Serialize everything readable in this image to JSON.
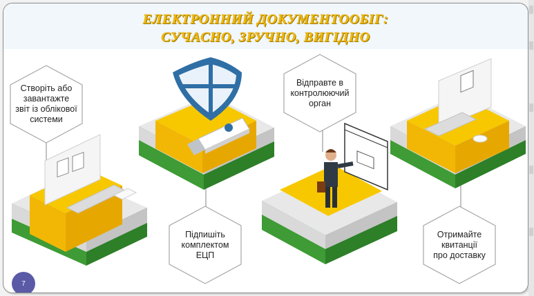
{
  "slide": {
    "title_line1": "ЕЛЕКТРОННИЙ ДОКУМЕНТООБІГ:",
    "title_line2": "СУЧАСНО, ЗРУЧНО, ВИГІДНО",
    "page_number": "7"
  },
  "steps": [
    {
      "text": "Створіть або\nзавантажте\nзвіт із облікової\nсистеми"
    },
    {
      "text": "Підпишіть\nкомплектом\nЕЦП"
    },
    {
      "text": "Відправте в\nконтролюючий\nорган"
    },
    {
      "text": "Отримайте\nквитанції\nпро доставку"
    }
  ],
  "colors": {
    "title": "#f2b705",
    "platform_yellow": "#f7c800",
    "platform_green": "#3e9b35",
    "shield_blue": "#2f6fa5",
    "page_badge": "#5a5aa6"
  }
}
